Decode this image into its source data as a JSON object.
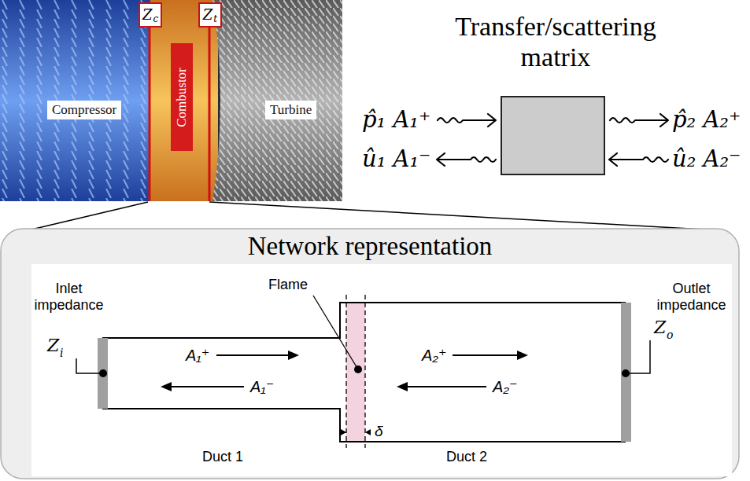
{
  "diagram": {
    "nodes": [
      {
        "text": [
          "Network representation"
        ]
      },
      {
        "text": [
          "Compressor"
        ]
      },
      {
        "text": [
          "Combustor"
        ]
      },
      {
        "text": [
          "Turbine"
        ]
      },
      {
        "text": [
          "Z",
          "c"
        ]
      },
      {
        "text": [
          "Z",
          "t"
        ]
      }
    ],
    "labels": [
      "Transfer/scattering matrix",
      "p̂₁ A₁⁺",
      "û₁ A₁⁻",
      "p̂₂ A₂⁺",
      "û₂ A₂⁻",
      "Inlet impedance",
      "Z",
      "i",
      "A₁⁺",
      "A₁⁻",
      "Flame",
      "A₂⁺",
      "A₂⁻",
      "Outlet impedance",
      "Z",
      "o",
      "δ",
      "Duct 1",
      "Duct 2"
    ]
  }
}
